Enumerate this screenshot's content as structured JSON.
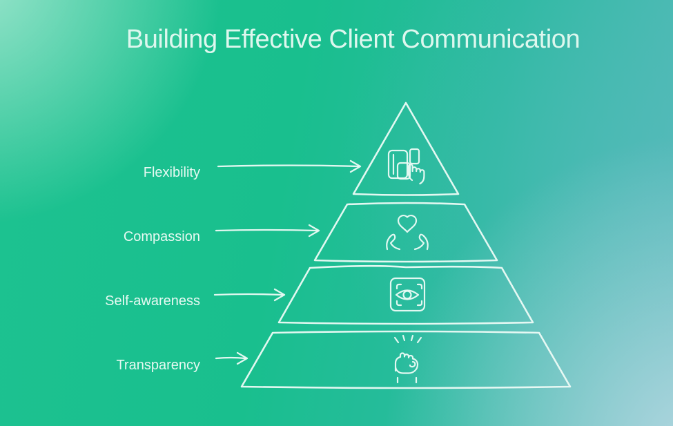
{
  "title": "Building Effective Client Communication",
  "pyramid": {
    "levels": [
      {
        "label": "Flexibility",
        "icon": "devices-tap-icon"
      },
      {
        "label": "Compassion",
        "icon": "heart-in-hands-icon"
      },
      {
        "label": "Self-awareness",
        "icon": "eye-focus-icon"
      },
      {
        "label": "Transparency",
        "icon": "raised-fist-icon"
      }
    ]
  },
  "colors": {
    "background_green": "#1dc290",
    "background_teal": "#55bab9",
    "corner_mint": "#e1f8ee",
    "corner_blue": "#b7d8e2",
    "line": "#ecfbf5",
    "text": "#e6f9f2"
  }
}
